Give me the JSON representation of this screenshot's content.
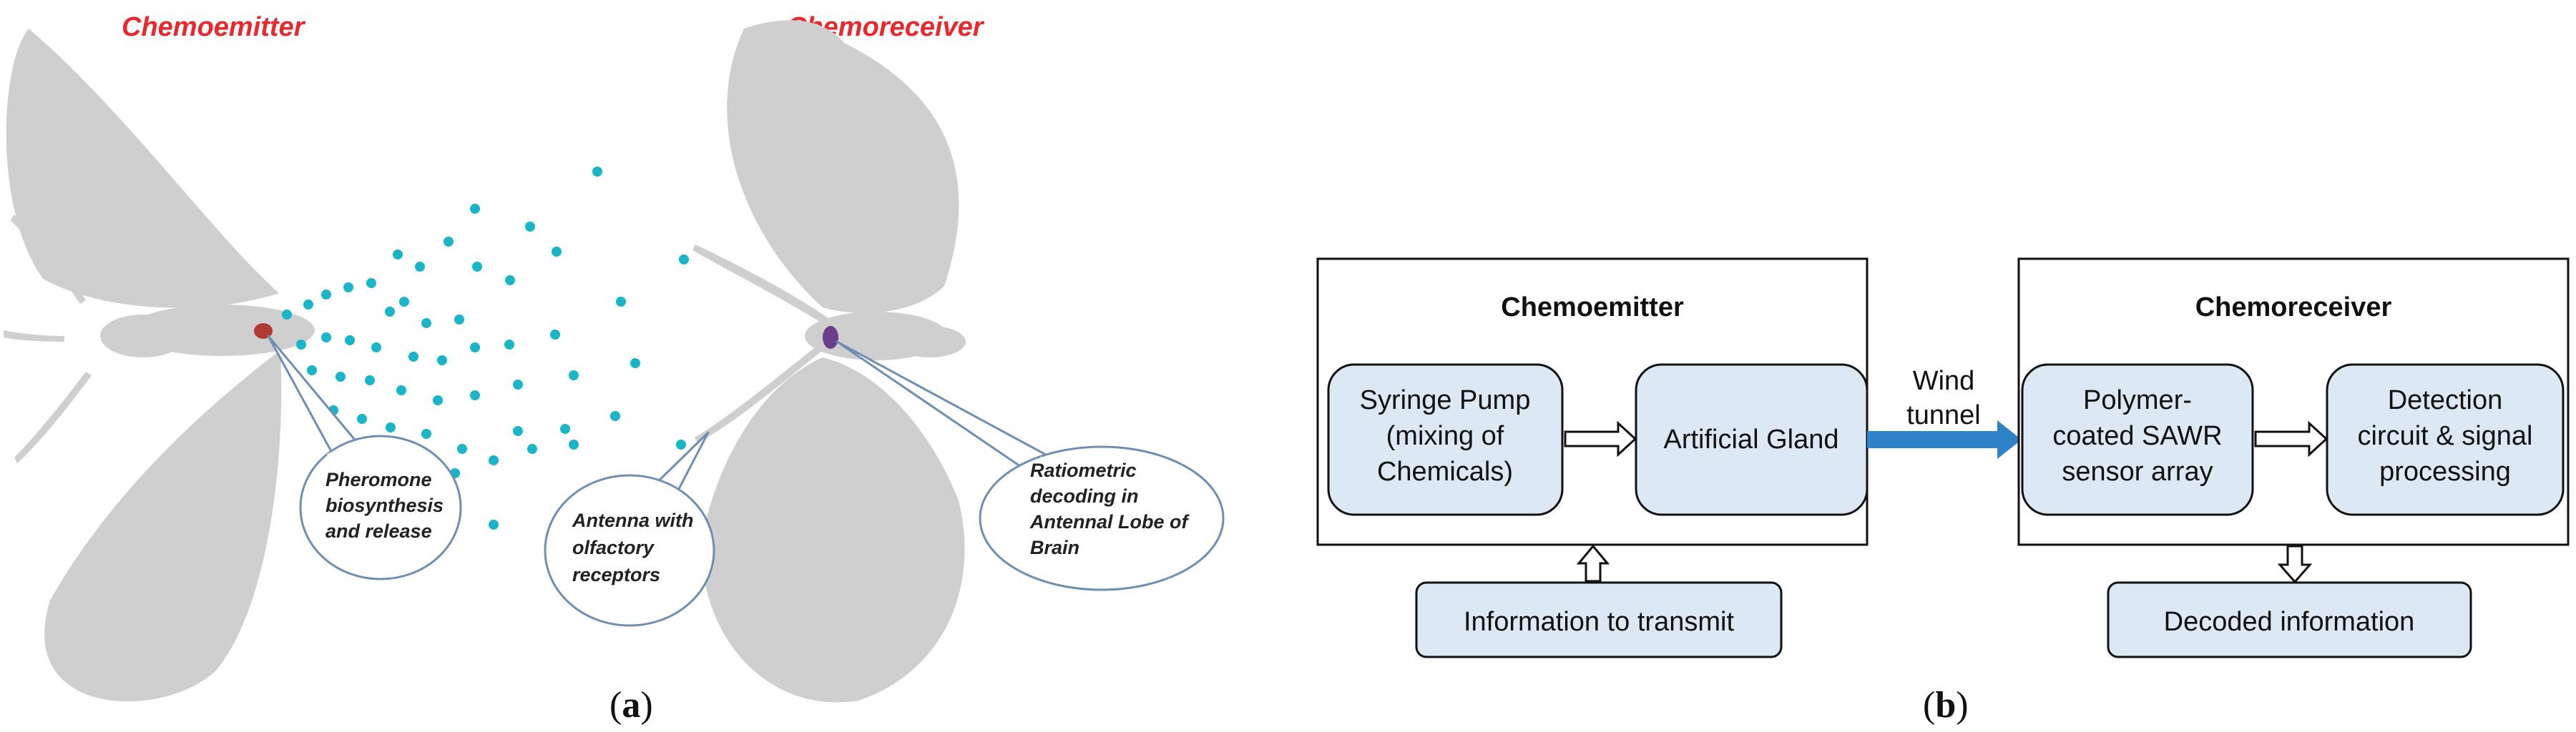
{
  "panel_a": {
    "emitter_title": "Chemoemitter",
    "receiver_title": "Chemoreceiver",
    "callouts": {
      "pheromone": [
        "Pheromone",
        "biosynthesis",
        "and release"
      ],
      "antenna": [
        "Antenna with",
        "olfactory",
        "receptors"
      ],
      "ratiometric": [
        "Ratiometric",
        "decoding in",
        "Antennal Lobe of",
        "Brain"
      ]
    },
    "label": "a"
  },
  "panel_b": {
    "emitter_title": "Chemoemitter",
    "receiver_title": "Chemoreceiver",
    "syringe": [
      "Syringe Pump",
      "(mixing of",
      "Chemicals)"
    ],
    "gland": "Artificial Gland",
    "wind": [
      "Wind",
      "tunnel"
    ],
    "sawr": [
      "Polymer-",
      "coated SAWR",
      "sensor array"
    ],
    "detection": [
      "Detection",
      "circuit & signal",
      "processing"
    ],
    "info_transmit": "Information to transmit",
    "decoded": "Decoded information",
    "label": "b"
  },
  "colors": {
    "butterfly": "#cfcfcf",
    "dot": "#19b5c8",
    "title_red": "#e8282d",
    "box_fill": "#dce9f5",
    "callout_stroke": "#6f8fb2",
    "wind_arrow": "#2e82c8",
    "emitter_gland": "#b23a32",
    "receiver_lobe": "#6a3f8e"
  }
}
